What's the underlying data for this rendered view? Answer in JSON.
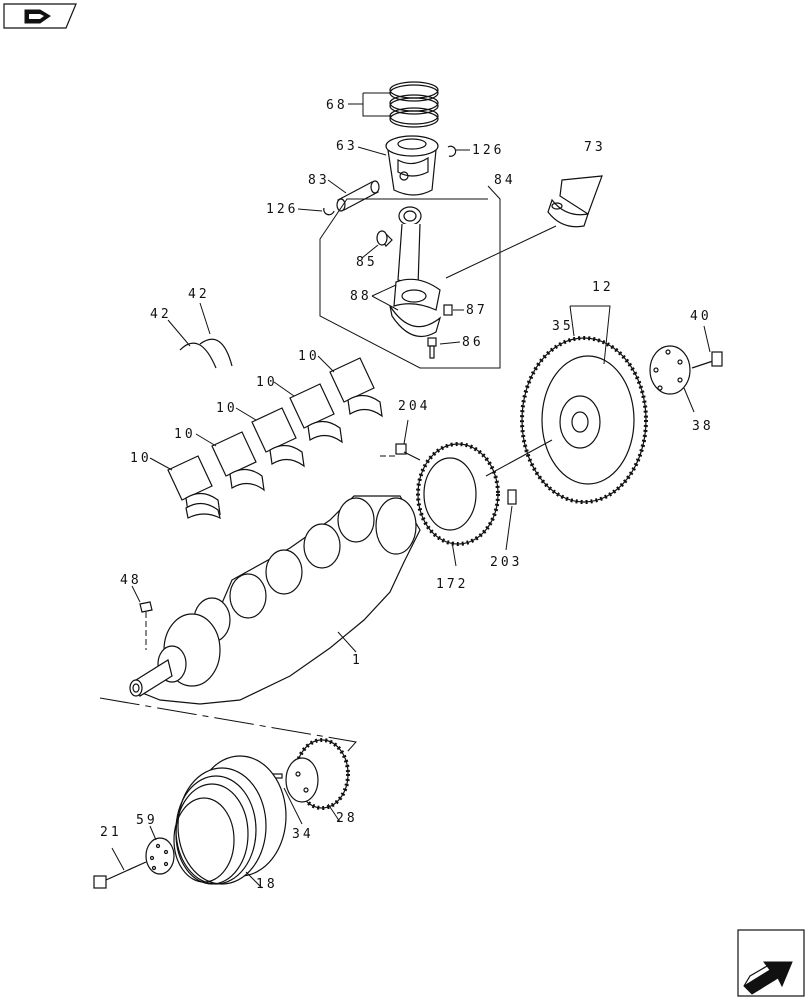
{
  "callouts": {
    "c68": "68",
    "c63": "63",
    "c126a": "126",
    "c126b": "126",
    "c83": "83",
    "c84": "84",
    "c73": "73",
    "c85": "85",
    "c88": "88",
    "c87": "87",
    "c86": "86",
    "c42a": "42",
    "c42b": "42",
    "c12": "12",
    "c35": "35",
    "c40": "40",
    "c38": "38",
    "c10a": "10",
    "c10b": "10",
    "c10c": "10",
    "c10d": "10",
    "c10e": "10",
    "c204": "204",
    "c172": "172",
    "c203": "203",
    "c48": "48",
    "c1": "1",
    "c21": "21",
    "c59": "59",
    "c18": "18",
    "c34": "34",
    "c28": "28"
  },
  "icons": {
    "top_left": "book-icon",
    "bottom_right": "next-page-arrow-icon"
  }
}
